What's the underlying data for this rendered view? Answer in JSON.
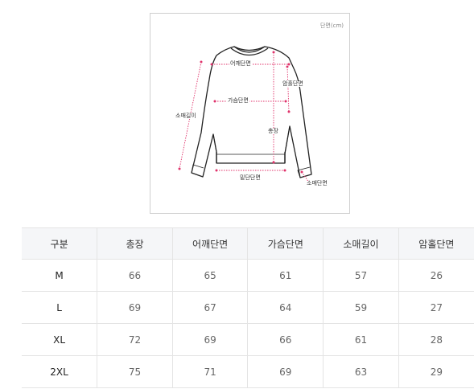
{
  "diagram": {
    "unit": "단면(cm)",
    "labels": {
      "shoulder": "어깨단면",
      "armhole": "암홀단면",
      "sleeve_length": "소매길이",
      "chest": "가슴단면",
      "total_length": "총장",
      "hem": "밑단단면",
      "sleeve_opening": "소매단면"
    }
  },
  "table": {
    "headers": [
      "구분",
      "총장",
      "어깨단면",
      "가슴단면",
      "소매길이",
      "암홀단면"
    ],
    "rows": [
      [
        "M",
        "66",
        "65",
        "61",
        "57",
        "26"
      ],
      [
        "L",
        "69",
        "67",
        "64",
        "59",
        "27"
      ],
      [
        "XL",
        "72",
        "69",
        "66",
        "61",
        "28"
      ],
      [
        "2XL",
        "75",
        "71",
        "69",
        "63",
        "29"
      ]
    ]
  },
  "colors": {
    "measure_line": "#e0336b",
    "outline": "#222222",
    "header_bg": "#f5f6f8"
  }
}
